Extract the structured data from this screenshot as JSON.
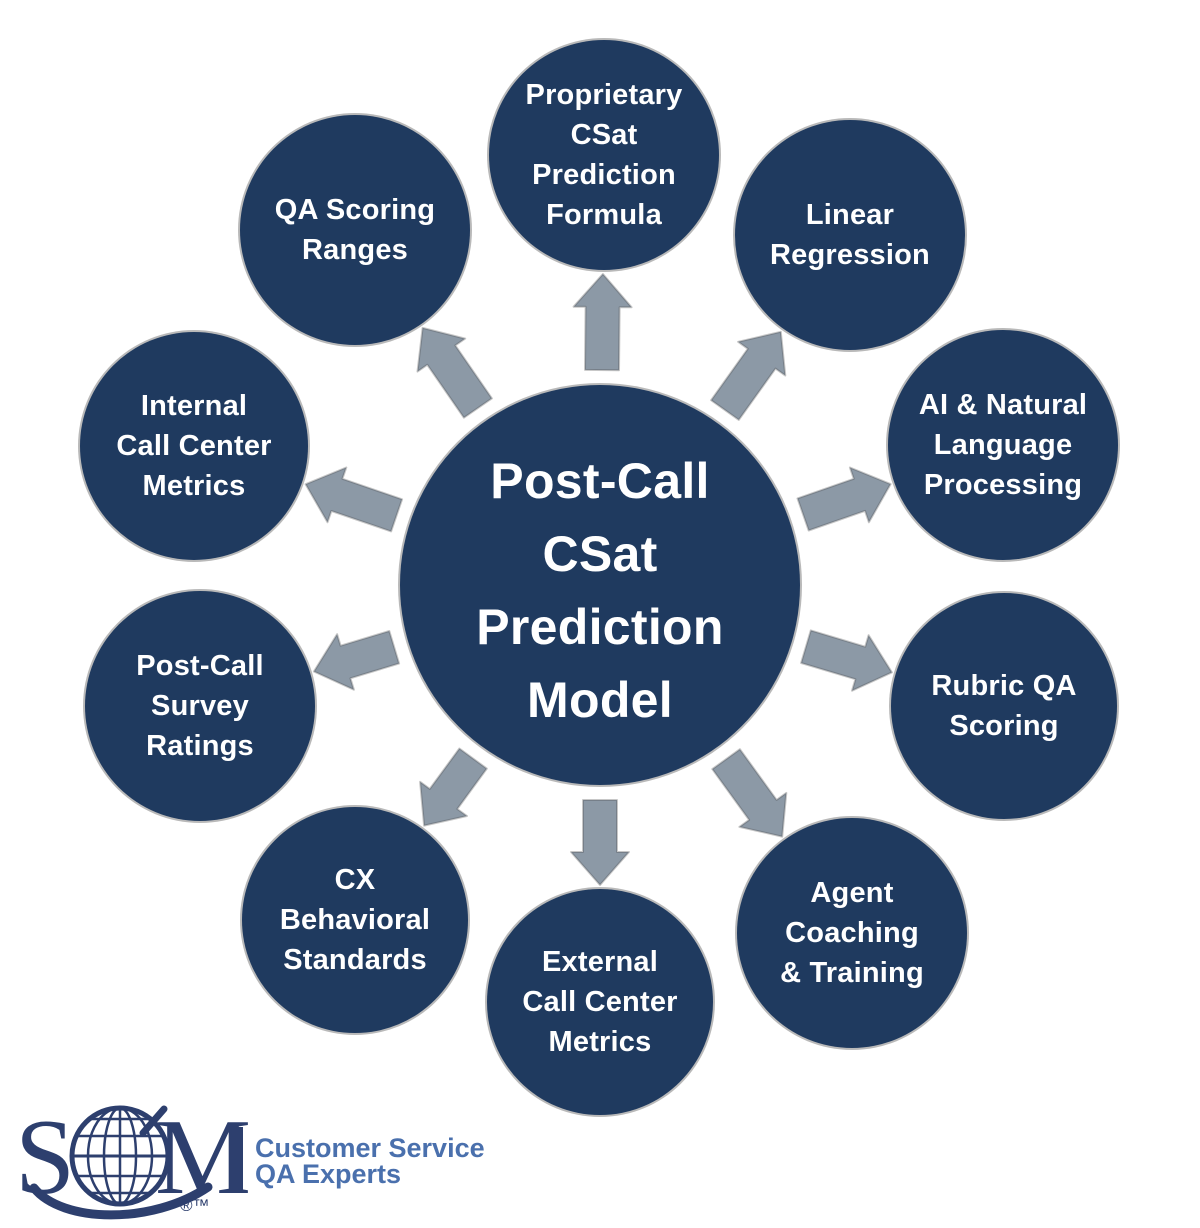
{
  "diagram": {
    "type": "hub-and-spoke",
    "center": {
      "id": "post-call-csat-prediction-model",
      "lines": [
        "Post-Call",
        "CSat",
        "Prediction",
        "Model"
      ]
    },
    "satellites": [
      {
        "id": "proprietary-csat-prediction-formula",
        "lines": [
          "Proprietary",
          "CSat",
          "Prediction",
          "Formula"
        ]
      },
      {
        "id": "linear-regression",
        "lines": [
          "Linear",
          "Regression"
        ]
      },
      {
        "id": "ai-natural-language-processing",
        "lines": [
          "AI & Natural",
          "Language",
          "Processing"
        ]
      },
      {
        "id": "rubric-qa-scoring",
        "lines": [
          "Rubric QA",
          "Scoring"
        ]
      },
      {
        "id": "agent-coaching-training",
        "lines": [
          "Agent",
          "Coaching",
          "& Training"
        ]
      },
      {
        "id": "external-call-center-metrics",
        "lines": [
          "External",
          "Call Center",
          "Metrics"
        ]
      },
      {
        "id": "cx-behavioral-standards",
        "lines": [
          "CX",
          "Behavioral",
          "Standards"
        ]
      },
      {
        "id": "post-call-survey-ratings",
        "lines": [
          "Post-Call",
          "Survey",
          "Ratings"
        ]
      },
      {
        "id": "internal-call-center-metrics",
        "lines": [
          "Internal",
          "Call Center",
          "Metrics"
        ]
      },
      {
        "id": "qa-scoring-ranges",
        "lines": [
          "QA Scoring",
          "Ranges"
        ]
      }
    ]
  },
  "logo": {
    "letter_s": "S",
    "letter_m": "M",
    "marks": "®™",
    "tagline_line1": "Customer Service",
    "tagline_line2": "QA Experts"
  },
  "colors": {
    "background": "#FFFFFF",
    "node_fill": "#1F3A5F",
    "node_text": "#FFFFFF",
    "arrow_fill": "#8C99A6",
    "logo_navy": "#2D3F6E",
    "tagline_blue": "#4A70AD"
  }
}
